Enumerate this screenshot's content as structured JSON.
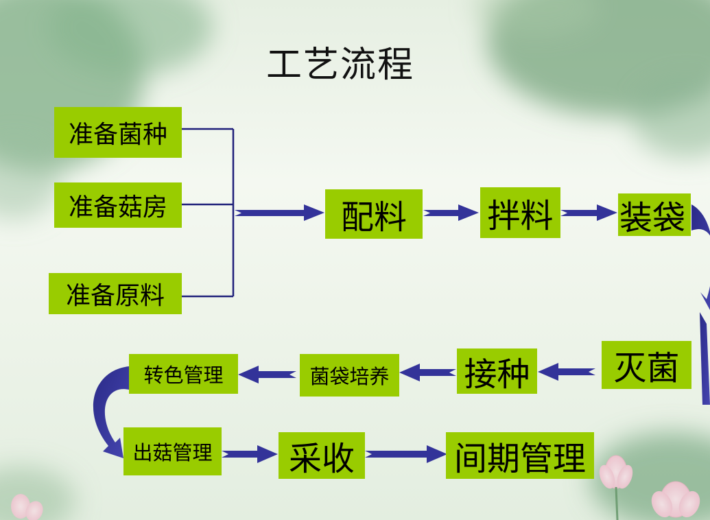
{
  "title": "工艺流程",
  "steps": {
    "prep_spawn": "准备菌种",
    "prep_room": "准备菇房",
    "prep_material": "准备原料",
    "mix": "配料",
    "stir": "拌料",
    "bag": "装袋",
    "sterilize": "灭菌",
    "inoculate": "接种",
    "culture": "菌袋培养",
    "color_mgmt": "转色管理",
    "fruiting_mgmt": "出菇管理",
    "harvest": "采收",
    "interval_mgmt": "间期管理"
  },
  "colors": {
    "box": "#99cc00",
    "arrow": "#333399",
    "connector": "#1f1f7a"
  }
}
